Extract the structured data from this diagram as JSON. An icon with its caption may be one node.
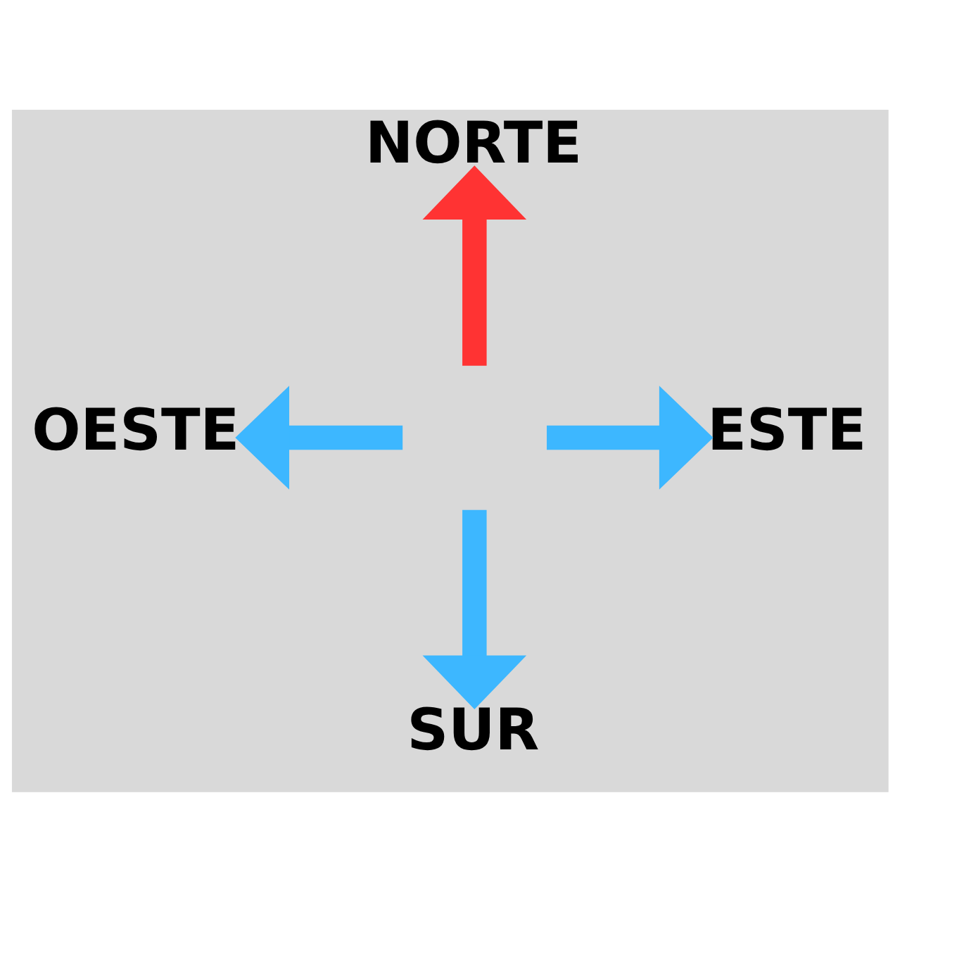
{
  "diagram": {
    "nodes": [
      {
        "text": [
          "NORTE"
        ]
      },
      {
        "text": [
          "OESTE"
        ]
      },
      {
        "text": [
          "ESTE"
        ]
      },
      {
        "text": [
          "SUR"
        ]
      }
    ],
    "edges": [
      {
        "from": null,
        "to": 0,
        "arrow": "to",
        "color": "#ff3333"
      },
      {
        "from": null,
        "to": 1,
        "arrow": "to"
      },
      {
        "from": null,
        "to": 2,
        "arrow": "to"
      },
      {
        "from": null,
        "to": 3,
        "arrow": "to"
      }
    ]
  }
}
